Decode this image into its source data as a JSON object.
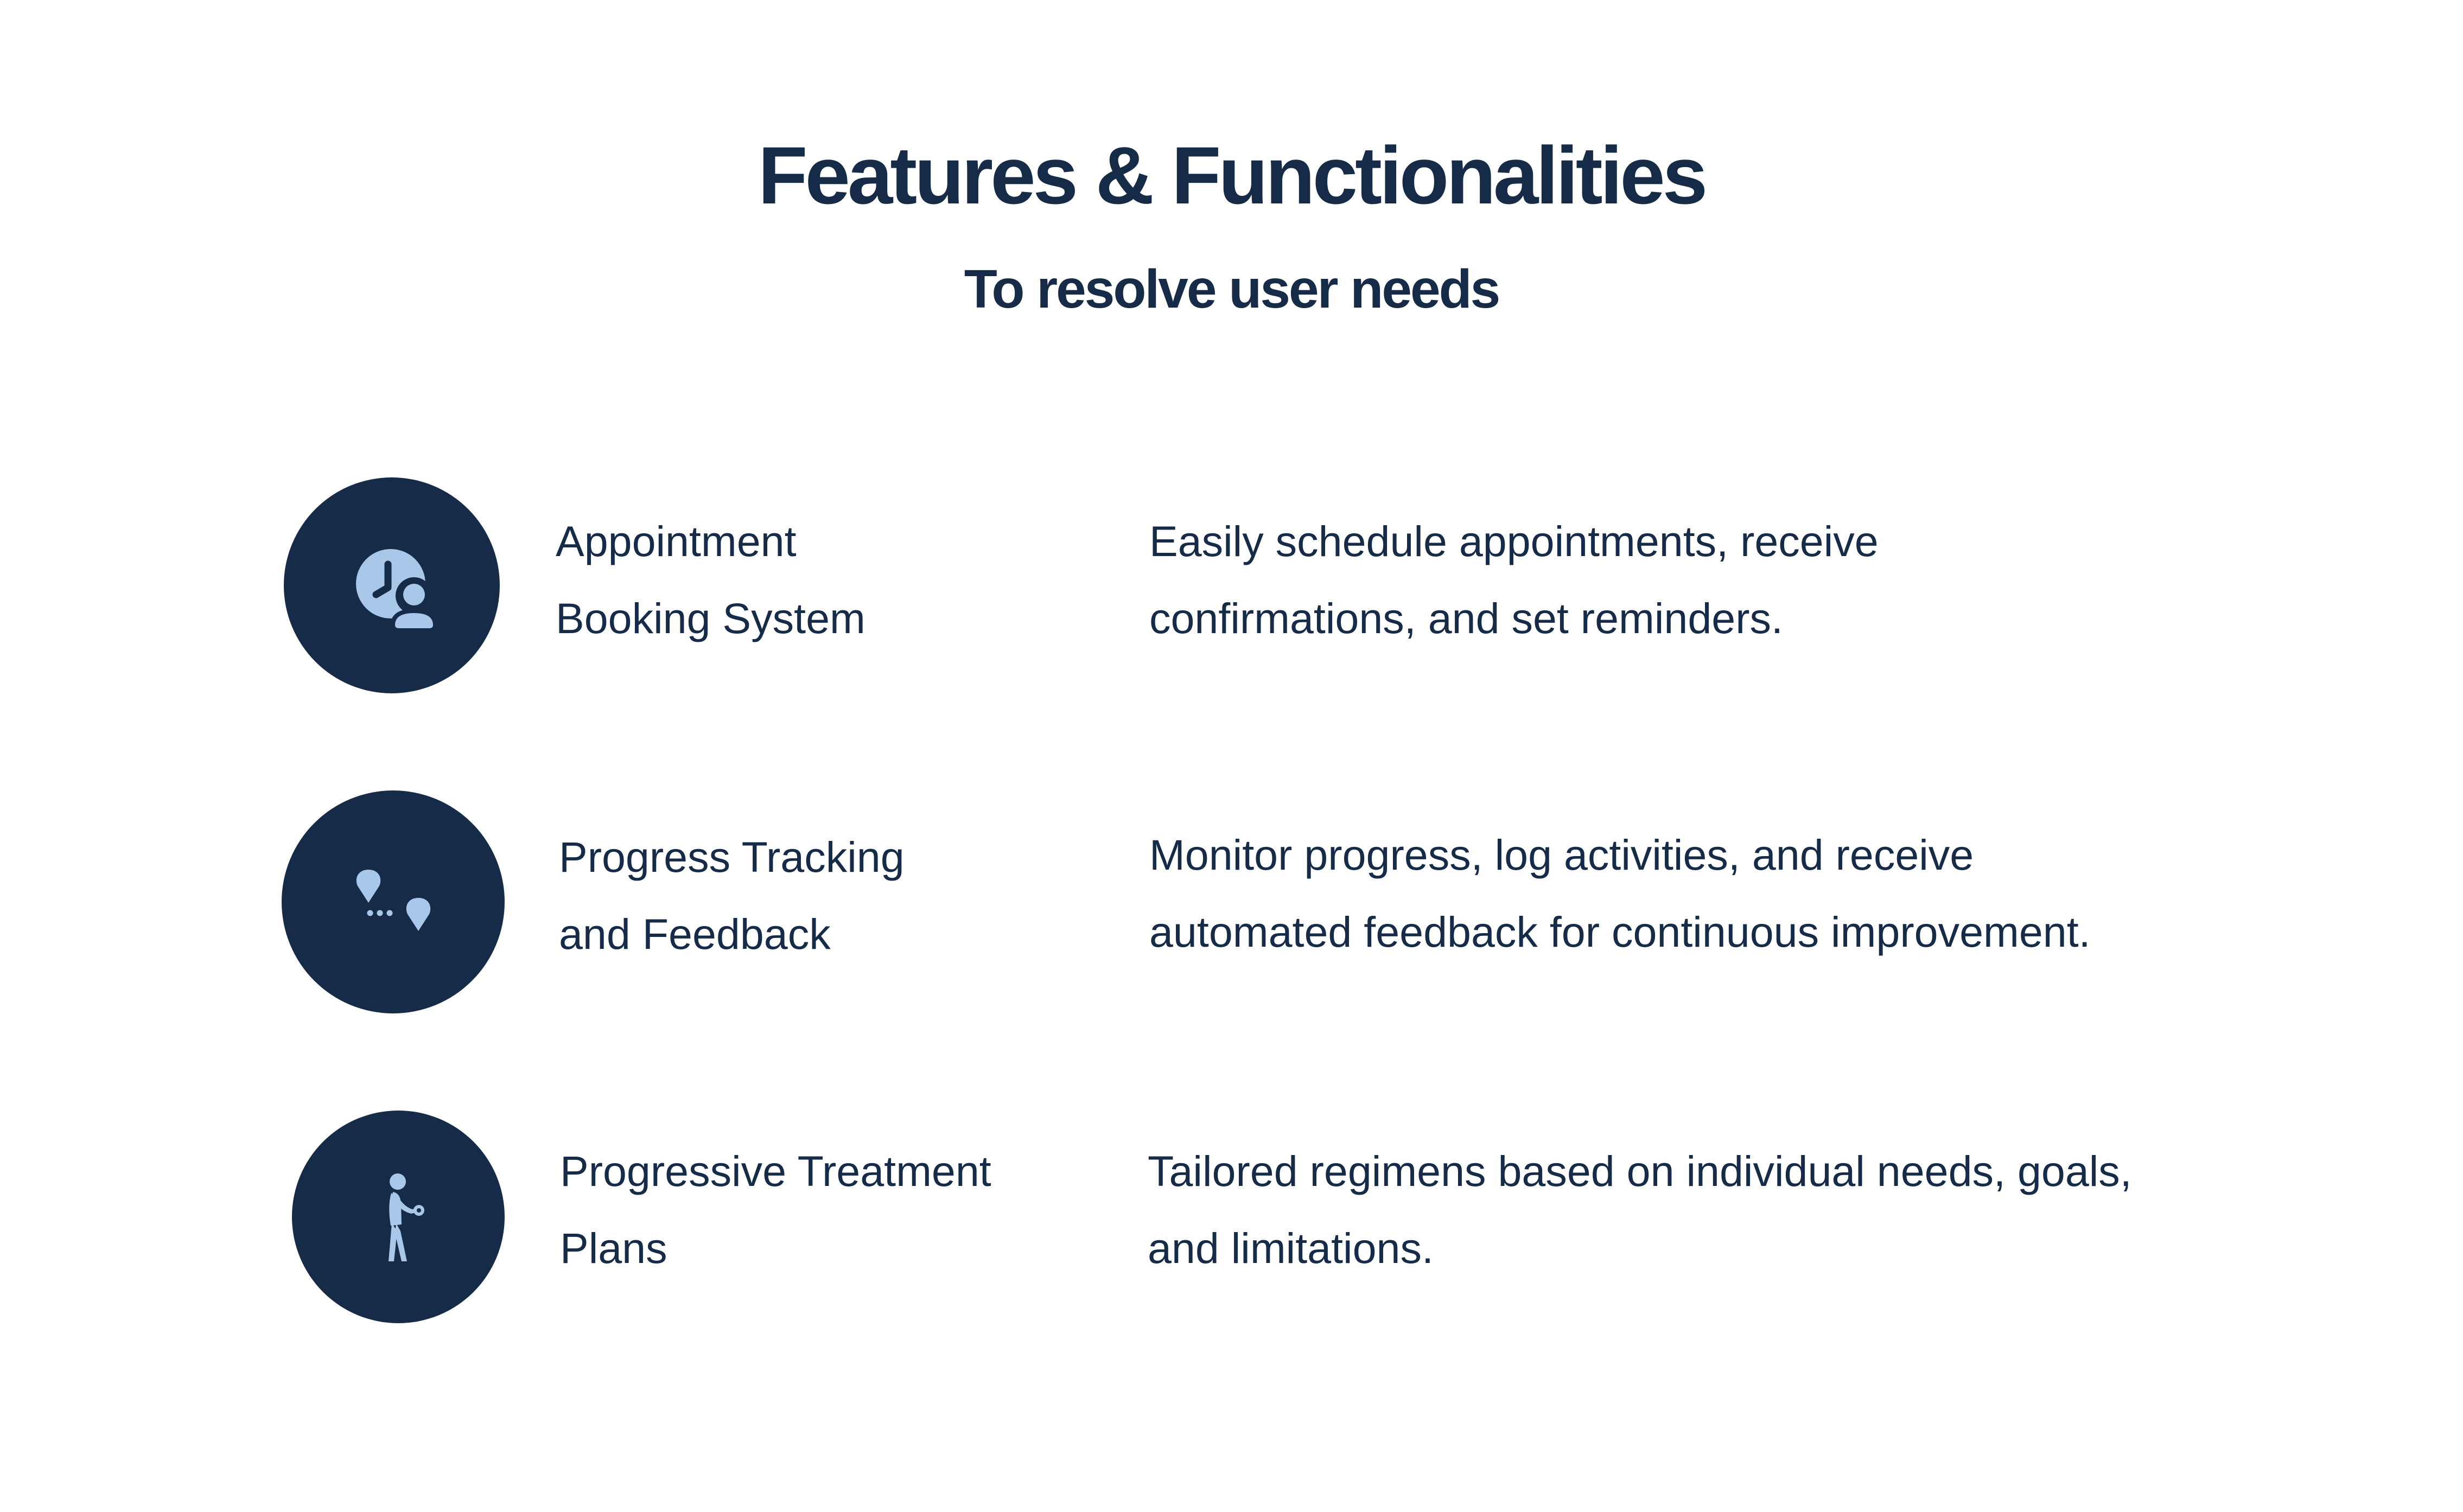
{
  "header": {
    "title": "Features & Functionalities",
    "subtitle": "To resolve user needs"
  },
  "theme": {
    "primary": "#152b47",
    "icon_fill": "#a9c7e8",
    "background": "#ffffff"
  },
  "features": [
    {
      "icon": "calendar-clock-user-icon",
      "name_lines": [
        "Appointment",
        "Booking System"
      ],
      "desc_lines": [
        "Easily schedule appointments, receive",
        "confirmations, and set reminders."
      ]
    },
    {
      "icon": "route-pins-icon",
      "name_lines": [
        "Progress Tracking",
        "and Feedback"
      ],
      "desc_lines": [
        "Monitor progress, log activities, and receive",
        "automated feedback for continuous improvement."
      ]
    },
    {
      "icon": "person-exercise-icon",
      "name_lines": [
        "Progressive Treatment",
        "Plans"
      ],
      "desc_lines": [
        "Tailored regimens based on individual needs, goals,",
        "and limitations."
      ]
    }
  ]
}
